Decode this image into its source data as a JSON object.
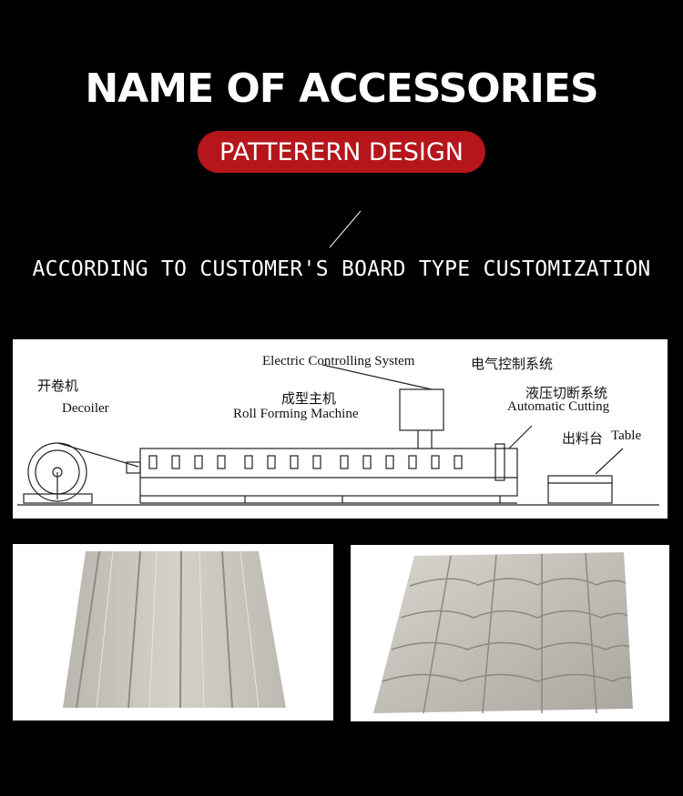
{
  "header": {
    "title": "NAME OF ACCESSORIES",
    "badge": "PATTERERN DESIGN",
    "subtitle": "ACCORDING TO CUSTOMER'S BOARD TYPE CUSTOMIZATION"
  },
  "diagram": {
    "decoiler_cn": "开卷机",
    "decoiler_en": "Decoiler",
    "roll_forming_cn": "成型主机",
    "roll_forming_en": "Roll Forming Machine",
    "electric_en": "Electric Controlling System",
    "electric_cn": "电气控制系统",
    "cutting_cn": "液压切断系统",
    "cutting_en": "Automatic Cutting",
    "table_cn": "出料台",
    "table_en": "Table"
  },
  "photos": [
    "trapezoidal-sheet",
    "glazed-tile-sheet"
  ],
  "colors": {
    "background": "#000000",
    "badge": "#b5161c",
    "sheet": "#c9c6bf"
  }
}
